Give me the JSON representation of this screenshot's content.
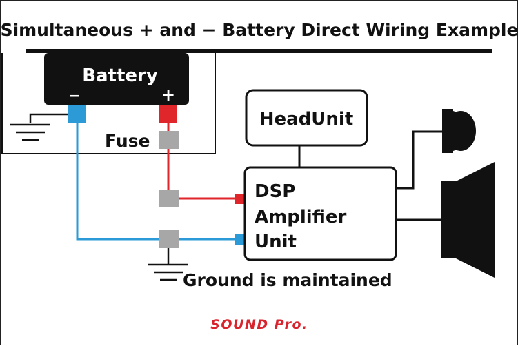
{
  "title": "Simultaneous + and − Battery Direct Wiring Example",
  "battery": {
    "label": "Battery",
    "neg": "−",
    "pos": "+"
  },
  "fuse_label": "Fuse",
  "head_unit_label": "HeadUnit",
  "dsp": {
    "line1": "DSP",
    "line2": "Amplifier",
    "line3": "Unit"
  },
  "ground_label": "Ground is maintained",
  "brand": "SOUND Pro.",
  "colors": {
    "positive_wire": "#e0262b",
    "negative_wire": "#2b9ad6",
    "connector_gray": "#a7a7a7",
    "brand_red": "#d9242e",
    "outline": "#111111"
  },
  "icons": [
    "ground-symbol-icon",
    "tweeter-icon",
    "speaker-icon"
  ]
}
